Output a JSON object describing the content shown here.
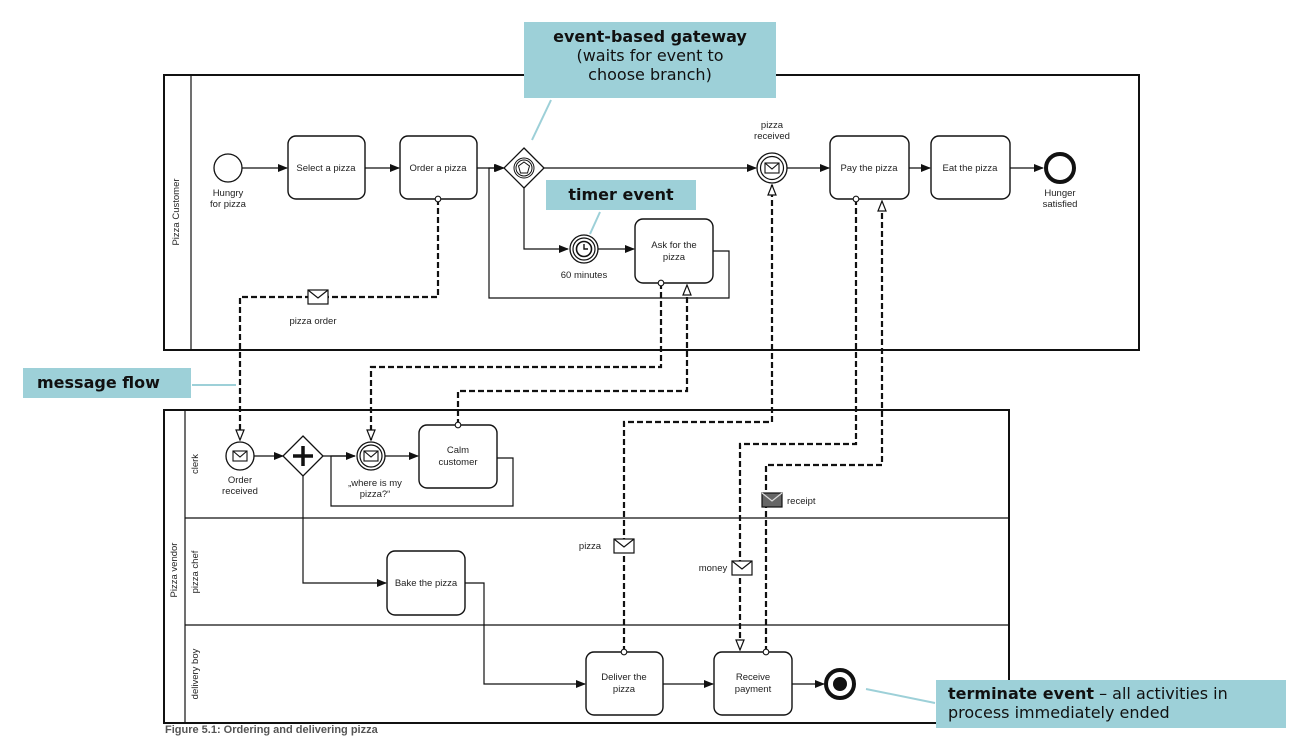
{
  "pools": {
    "customer": {
      "label": "Pizza Customer"
    },
    "vendor": {
      "label": "Pizza vendor",
      "lanes": [
        "clerk",
        "pizza chef",
        "delivery boy"
      ]
    }
  },
  "customer": {
    "start_label_1": "Hungry",
    "start_label_2": "for pizza",
    "select_task": "Select a pizza",
    "order_task": "Order a pizza",
    "received_label_1": "pizza",
    "received_label_2": "received",
    "pay_task": "Pay the pizza",
    "eat_task": "Eat the pizza",
    "end_label_1": "Hunger",
    "end_label_2": "satisfied",
    "timer_label": "60 minutes",
    "ask_task_1": "Ask for the",
    "ask_task_2": "pizza"
  },
  "vendor": {
    "order_received_1": "Order",
    "order_received_2": "received",
    "where_label_1": "„where is my",
    "where_label_2": "pizza?“",
    "calm_task_1": "Calm",
    "calm_task_2": "customer",
    "bake_task": "Bake the pizza",
    "deliver_task_1": "Deliver the",
    "deliver_task_2": "pizza",
    "receive_task_1": "Receive",
    "receive_task_2": "payment"
  },
  "messages": {
    "pizza_order": "pizza order",
    "pizza": "pizza",
    "money": "money",
    "receipt": "receipt"
  },
  "callouts": {
    "gateway_title": "event-based gateway",
    "gateway_desc_1": "(waits for event to",
    "gateway_desc_2": "choose branch)",
    "timer": "timer event",
    "message_flow": "message flow",
    "terminate_title": "terminate event",
    "terminate_desc_1": " – all activities in",
    "terminate_desc_2": "process immediately ended"
  },
  "caption": "Figure 5.1: Ordering and delivering pizza",
  "colors": {
    "callout": "#9dd0d8",
    "line": "#111111"
  }
}
